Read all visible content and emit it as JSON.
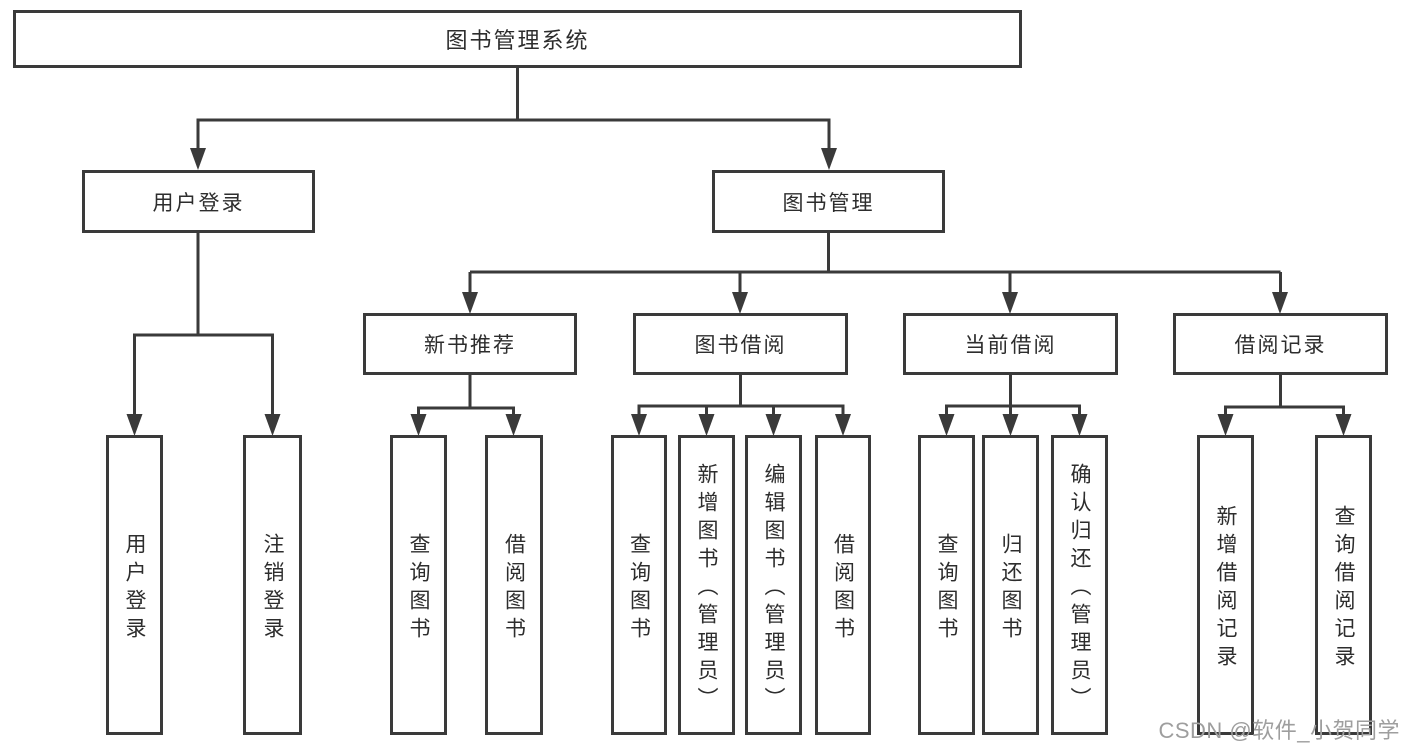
{
  "diagram": {
    "root": "图书管理系统",
    "level2": {
      "user_login": "用户登录",
      "book_mgmt": "图书管理"
    },
    "level3": {
      "new_books": "新书推荐",
      "borrow": "图书借阅",
      "current": "当前借阅",
      "records": "借阅记录"
    },
    "leaves": {
      "user_login": "用户登录",
      "logout": "注销登录",
      "query_book_new": "查询图书",
      "borrow_book_new": "借阅图书",
      "query_book_borrow": "查询图书",
      "add_book": "新增图书（管理员）",
      "edit_book": "编辑图书（管理员）",
      "borrow_book_borrow": "借阅图书",
      "query_book_current": "查询图书",
      "return_book": "归还图书",
      "confirm_return": "确认归还（管理员）",
      "add_borrow_record": "新增借阅记录",
      "query_borrow_record": "查询借阅记录"
    }
  },
  "watermark": "CSDN @软件_小贺同学",
  "colors": {
    "line": "#3a3a3a",
    "text": "#2d2d2d",
    "watermark": "#9e9e9e",
    "background": "#ffffff"
  }
}
